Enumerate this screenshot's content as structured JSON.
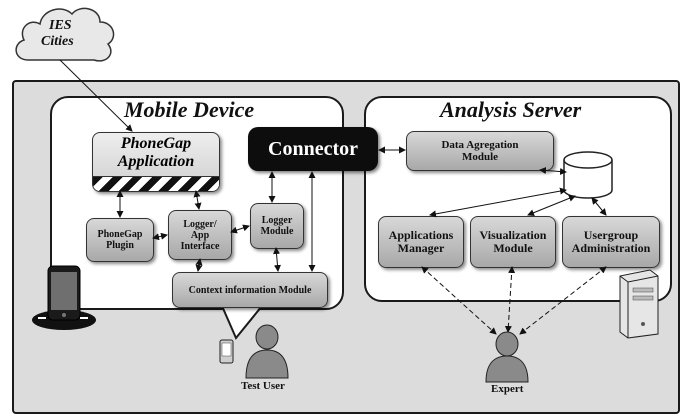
{
  "cloud": {
    "label_line1": "IES",
    "label_line2": "Cities"
  },
  "mobile_panel": {
    "title": "Mobile Device"
  },
  "server_panel": {
    "title": "Analysis Server"
  },
  "connector": {
    "label": "Connector"
  },
  "phonegap_app": {
    "line1": "PhoneGap",
    "line2": "Application"
  },
  "modules": {
    "phonegap_plugin": {
      "line1": "PhoneGap",
      "line2": "Plugin"
    },
    "logger_app_interface": {
      "line1": "Logger/",
      "line2": "App",
      "line3": "Interface"
    },
    "logger_module": {
      "line1": "Logger",
      "line2": "Module"
    },
    "context_module": {
      "label": "Context information Module"
    }
  },
  "server_modules": {
    "data_aggregation": {
      "line1": "Data Agregation",
      "line2": "Module"
    },
    "applications_manager": {
      "line1": "Applications",
      "line2": "Manager"
    },
    "visualization_module": {
      "line1": "Visualization",
      "line2": "Module"
    },
    "usergroup_admin": {
      "line1": "Usergroup",
      "line2": "Administration"
    }
  },
  "actors": {
    "test_user": "Test User",
    "expert": "Expert"
  }
}
